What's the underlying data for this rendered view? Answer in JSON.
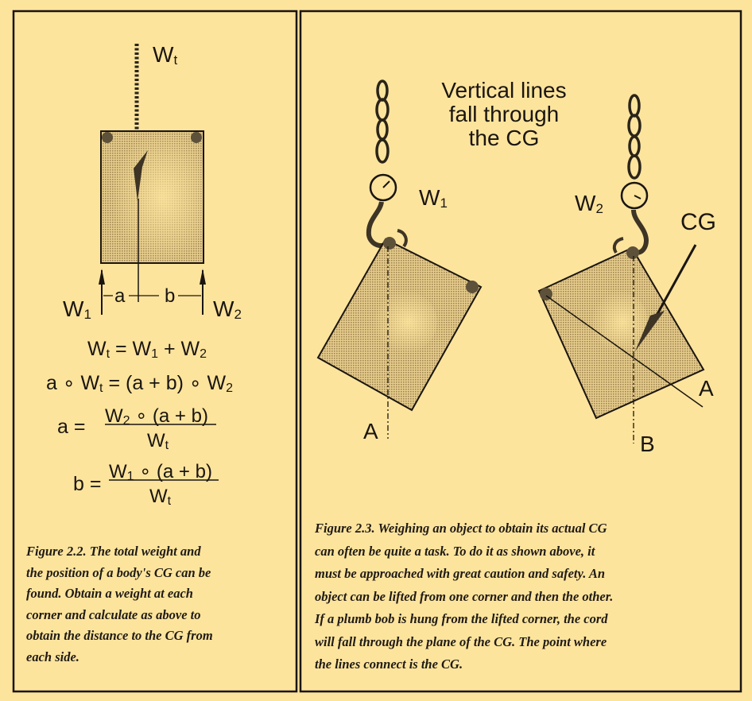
{
  "figure_2_2": {
    "label_wt": {
      "main": "W",
      "sub": "t"
    },
    "label_w1": {
      "main": "W",
      "sub": "1"
    },
    "label_w2": {
      "main": "W",
      "sub": "2"
    },
    "label_a": "a",
    "label_b": "b",
    "equations": {
      "eq1": {
        "p1": "W",
        "s1": "t",
        "p2": " = W",
        "s2": "1",
        "p3": " + W",
        "s3": "2"
      },
      "eq2": {
        "p1": "a ∘ W",
        "s1": "t",
        "p2": " = (a + b) ∘ W",
        "s2": "2"
      },
      "eq3": {
        "lhs": "a =",
        "num_main": "W",
        "num_sub": "2",
        "num_rest": " ∘ (a + b)",
        "den_main": "W",
        "den_sub": "t"
      },
      "eq4": {
        "lhs": "b =",
        "num_main": "W",
        "num_sub": "1",
        "num_rest": " ∘ (a + b)",
        "den_main": "W",
        "den_sub": "t"
      }
    },
    "caption_lines": [
      "Figure 2.2.  The total weight and",
      "the position of a body's CG can be",
      "found.  Obtain a weight at each",
      "corner and calculate as above to",
      "obtain the distance to the CG from",
      "each side."
    ]
  },
  "figure_2_3": {
    "heading_lines": [
      "Vertical lines",
      "fall through",
      "the CG"
    ],
    "label_w1": {
      "main": "W",
      "sub": "1"
    },
    "label_w2": {
      "main": "W",
      "sub": "2"
    },
    "label_cg": "CG",
    "label_a_left": "A",
    "label_a_right": "A",
    "label_b": "B",
    "caption_lines": [
      "Figure 2.3.  Weighing an object to obtain its actual CG",
      "can often be quite a task.  To do it as shown above, it",
      "must be approached with great caution and safety.  An",
      "object can be lifted from one corner and then the other.",
      "If a plumb bob is hung from the lifted corner, the cord",
      "will fall through the plane of the CG.  The point where",
      "the lines connect is the CG."
    ]
  },
  "colors": {
    "paper": "#fde49d",
    "ink": "#1a1510",
    "block": "#d8bb78",
    "dot": "#5e513a"
  }
}
